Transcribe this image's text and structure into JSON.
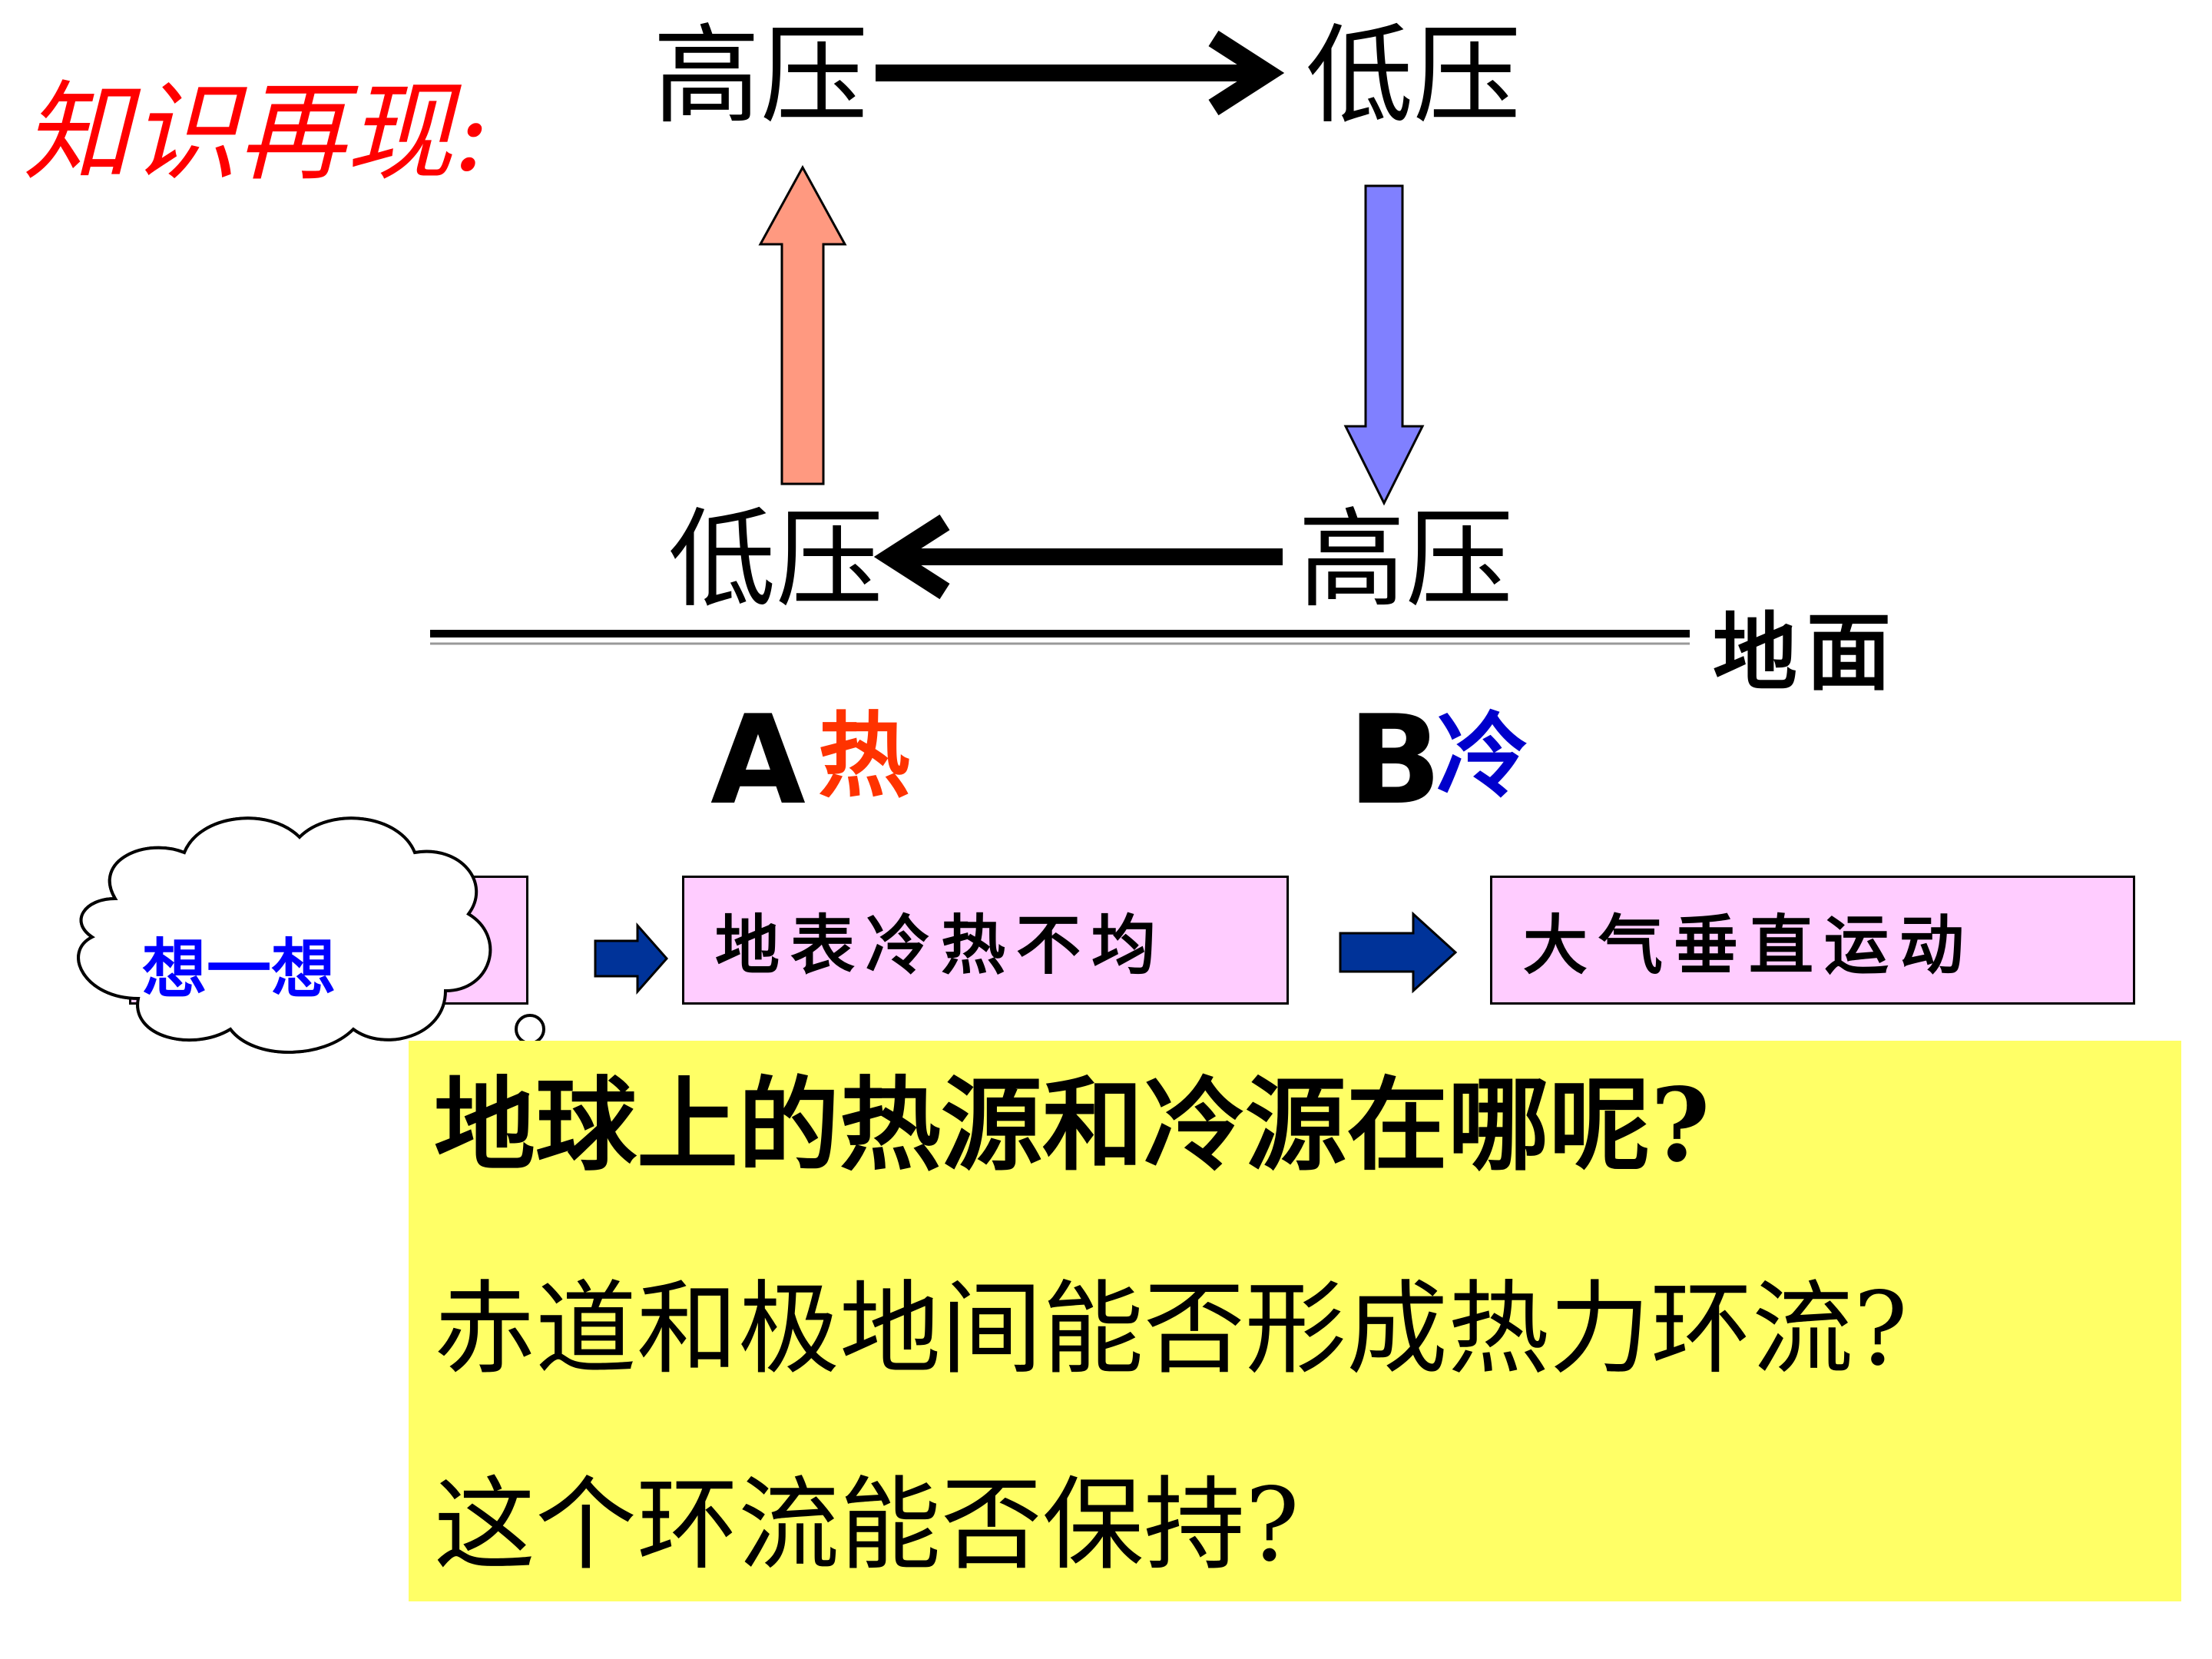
{
  "title": "知识再现:",
  "pressure": {
    "top_left": "高压",
    "top_right": "低压",
    "bottom_left": "低压",
    "bottom_right": "高压"
  },
  "ground_label": "地面",
  "points": {
    "a_letter": "A",
    "a_label": "热",
    "b_letter": "B",
    "b_label": "冷"
  },
  "flow": {
    "box1": "",
    "box2": "地表冷热不均",
    "box3": "大气垂直运动"
  },
  "thought_bubble": "想一想",
  "questions": [
    "地球上的热源和冷源在哪呢?",
    "赤道和极地间能否形成热力环流?",
    "这个环流能否保持?"
  ],
  "colors": {
    "title": "#ff0000",
    "up_arrow": "#ff9980",
    "down_arrow": "#8080ff",
    "hot": "#ff3300",
    "cold": "#0000cc",
    "box_fill": "#ffccff",
    "flow_arrow": "#003399",
    "question_panel": "#ffff66",
    "bubble_text": "#0000ff"
  }
}
